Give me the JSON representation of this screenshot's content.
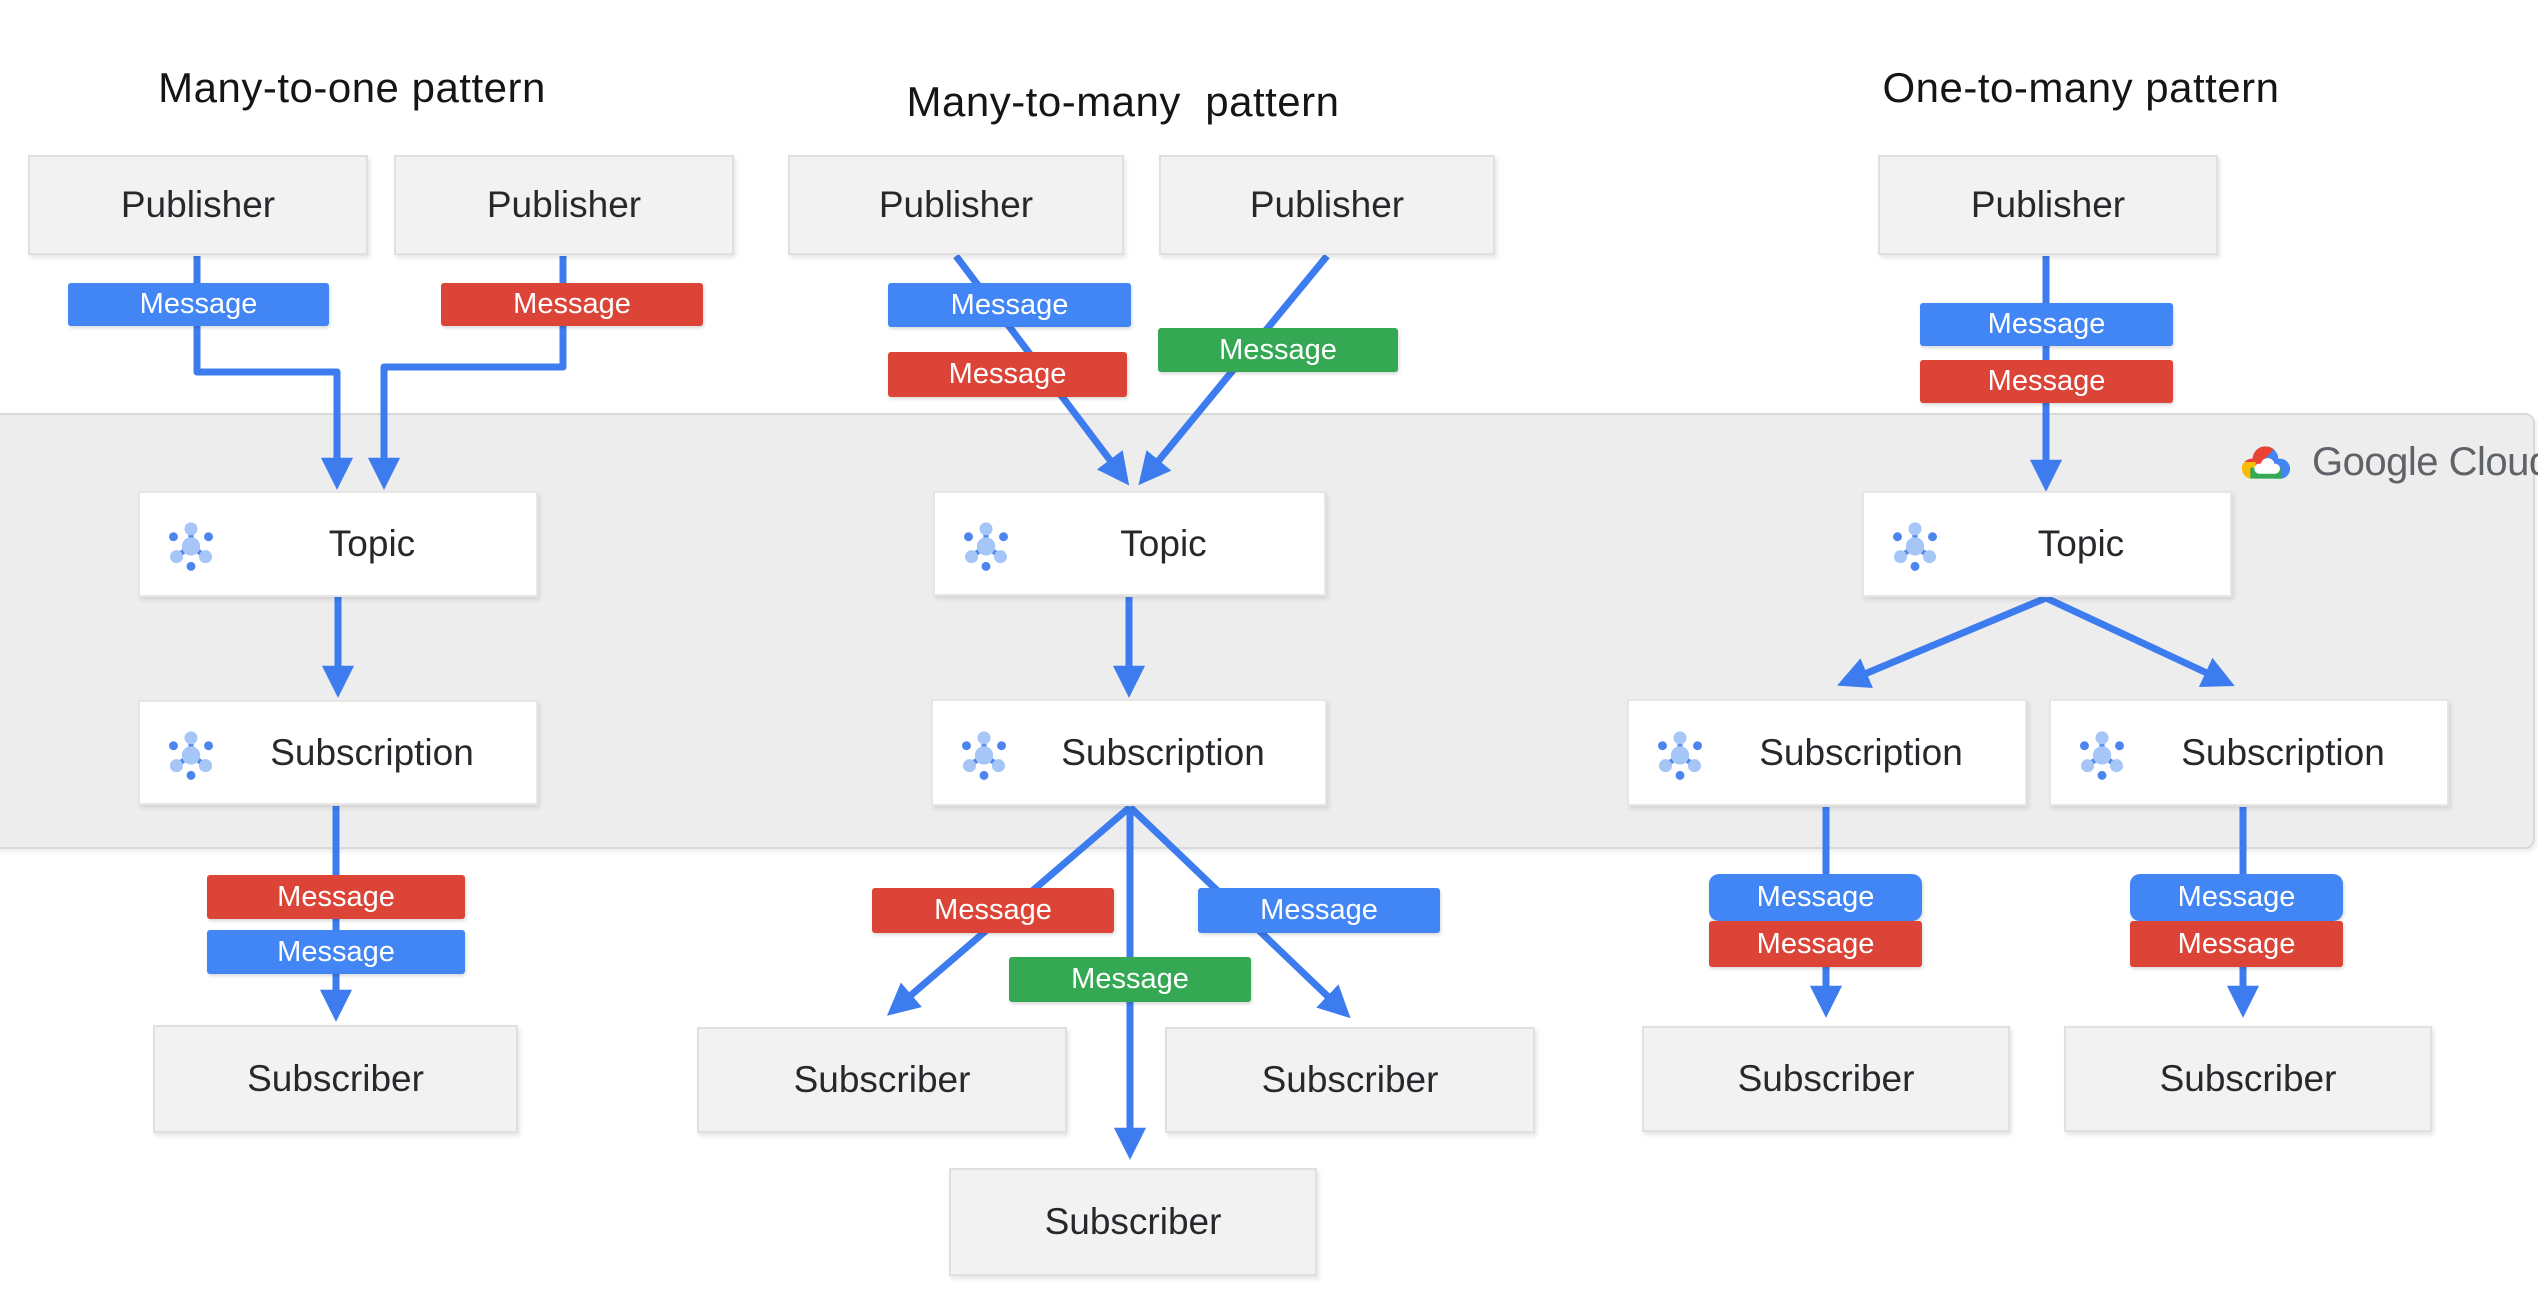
{
  "titles": {
    "left": "Many-to-one pattern",
    "middle": "Many-to-many  pattern",
    "right": "One-to-many pattern"
  },
  "labels": {
    "publisher": "Publisher",
    "topic": "Topic",
    "subscription": "Subscription",
    "subscriber": "Subscriber",
    "message": "Message"
  },
  "logo": {
    "brand": "Google Cloud"
  },
  "icons": {
    "node_icon": "pubsub-network-icon",
    "logo_icon": "google-cloud-logo-icon"
  },
  "colors": {
    "message-blue": "#4285F4",
    "message-red": "#DB4437",
    "message-green": "#34A853",
    "arrow-blue": "#3D7CEE",
    "band-bg": "#EDEDED",
    "band-border": "#D9D9D9",
    "node-gray-bg": "#F2F2F2",
    "node-gray-border": "#E0E0E0",
    "node-white-bg": "#FFFFFF",
    "node-white-border": "#E6E6E6",
    "label-text": "#26282C",
    "title-text": "#151515",
    "logo-text": "#5F6368",
    "icon-light-blue": "#A6C6F8",
    "icon-dark-blue": "#4C85EE",
    "logo-red": "#EA4335",
    "logo-blue": "#4285F4",
    "logo-yellow": "#FBBC05",
    "logo-green": "#34A853"
  }
}
